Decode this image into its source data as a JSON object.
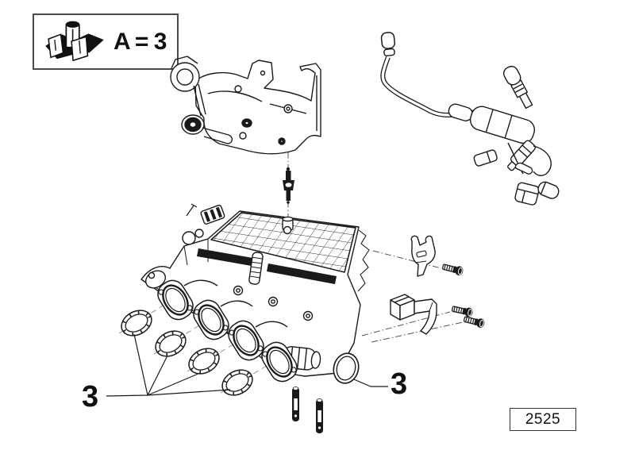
{
  "colors": {
    "ink": "#1a1a1a",
    "background": "#ffffff",
    "legend_border": "#4a4a4a"
  },
  "legend": {
    "icon": "parts-kit-packaging-icon",
    "label": "A = 3"
  },
  "callouts": {
    "gaskets": {
      "label": "3"
    },
    "oring": {
      "label": "3"
    }
  },
  "figure_number": "2525",
  "parts": {
    "drawn_items": [
      "mounting-bracket",
      "fixing-stud",
      "fuel-supply-pipe",
      "fuel-rail-with-injectors",
      "intake-manifold",
      "port-gasket-x4",
      "clamp-bracket",
      "screw-x3",
      "support-bracket",
      "o-ring-seal",
      "stud-bolt-x2"
    ]
  }
}
